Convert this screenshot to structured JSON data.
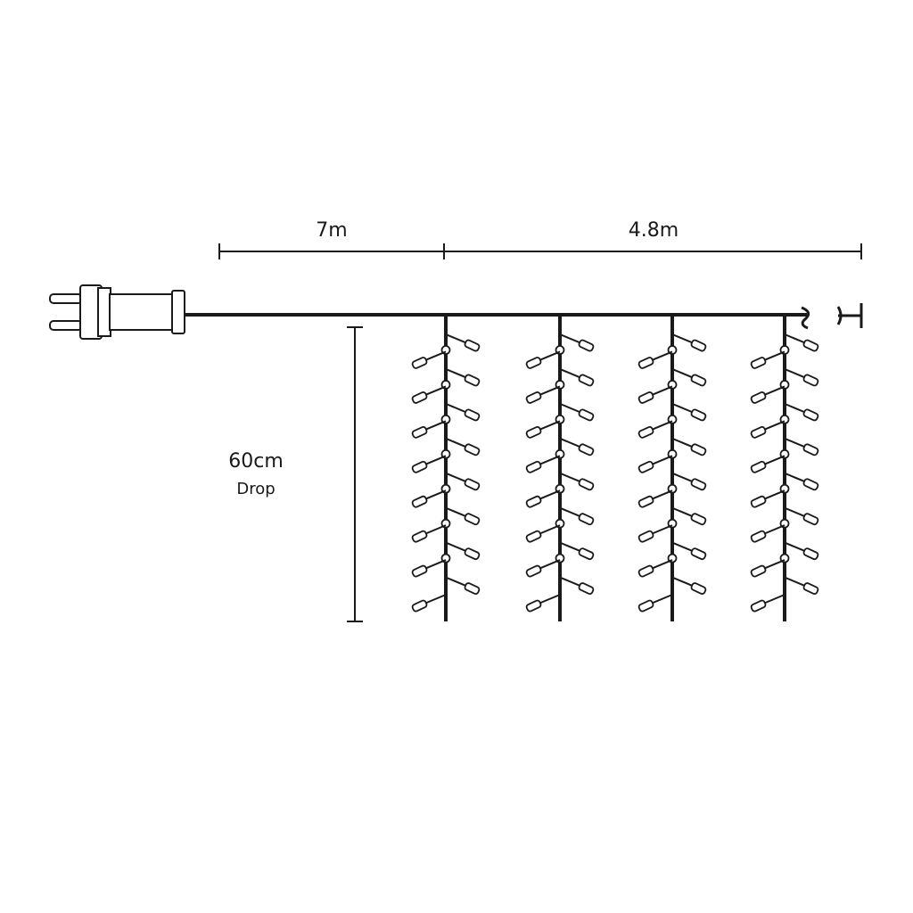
{
  "dimensions": {
    "lead_cable": "7m",
    "lit_length": "4.8m",
    "drop_value": "60cm",
    "drop_label": "Drop"
  },
  "strands": {
    "count": 4,
    "bulbs_per_strand": 16
  },
  "colors": {
    "line": "#1a1a1a",
    "background": "#ffffff"
  },
  "icons": [
    "plug-icon",
    "end-connector-icon",
    "hook-icon"
  ]
}
